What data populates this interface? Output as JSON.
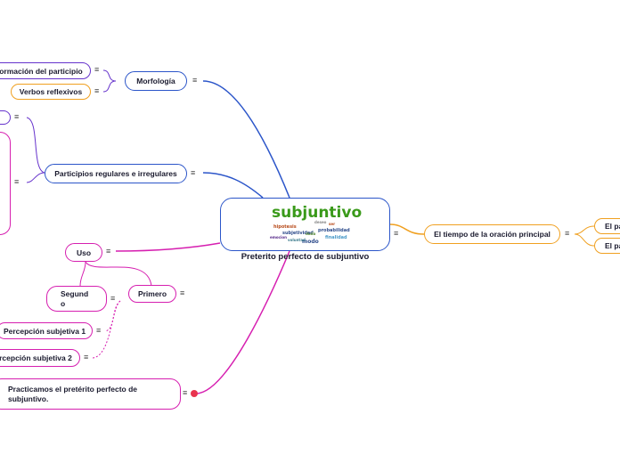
{
  "center": {
    "title": "Preterito perfecto de subjuntivo",
    "image": {
      "headline": "subjuntivo",
      "words": [
        "hipotesis",
        "subjetividad",
        "probabilidad",
        "emocion",
        "modo",
        "finalidad",
        "voluntad",
        "deseo",
        "duda",
        "ser"
      ]
    }
  },
  "nodes": {
    "formacion": "ormación del participio",
    "verbos_reflexivos": "Verbos reflexivos",
    "morfologia": "Morfología",
    "participios": "Participios regulares e irregulares",
    "uso": "Uso",
    "primero": "Primero",
    "segundo_line1": "Segund",
    "segundo_line2": "o",
    "percepcion1": "Percepción subjetiva 1",
    "percepcion2": "rcepción subjetiva 2",
    "practicamos_line1": "Practicamos el pretérito perfecto de",
    "practicamos_line2": "subjuntivo.",
    "tiempo": "El tiempo de la oración principal",
    "el_pa_1": "El pa",
    "el_pa_2": "El pa"
  },
  "icons": {
    "menu": "≡"
  },
  "colors": {
    "blue": "#2b55c9",
    "purple": "#6633cc",
    "magenta": "#d61fb0",
    "orange": "#f0a020",
    "dot": "#e8344e"
  }
}
